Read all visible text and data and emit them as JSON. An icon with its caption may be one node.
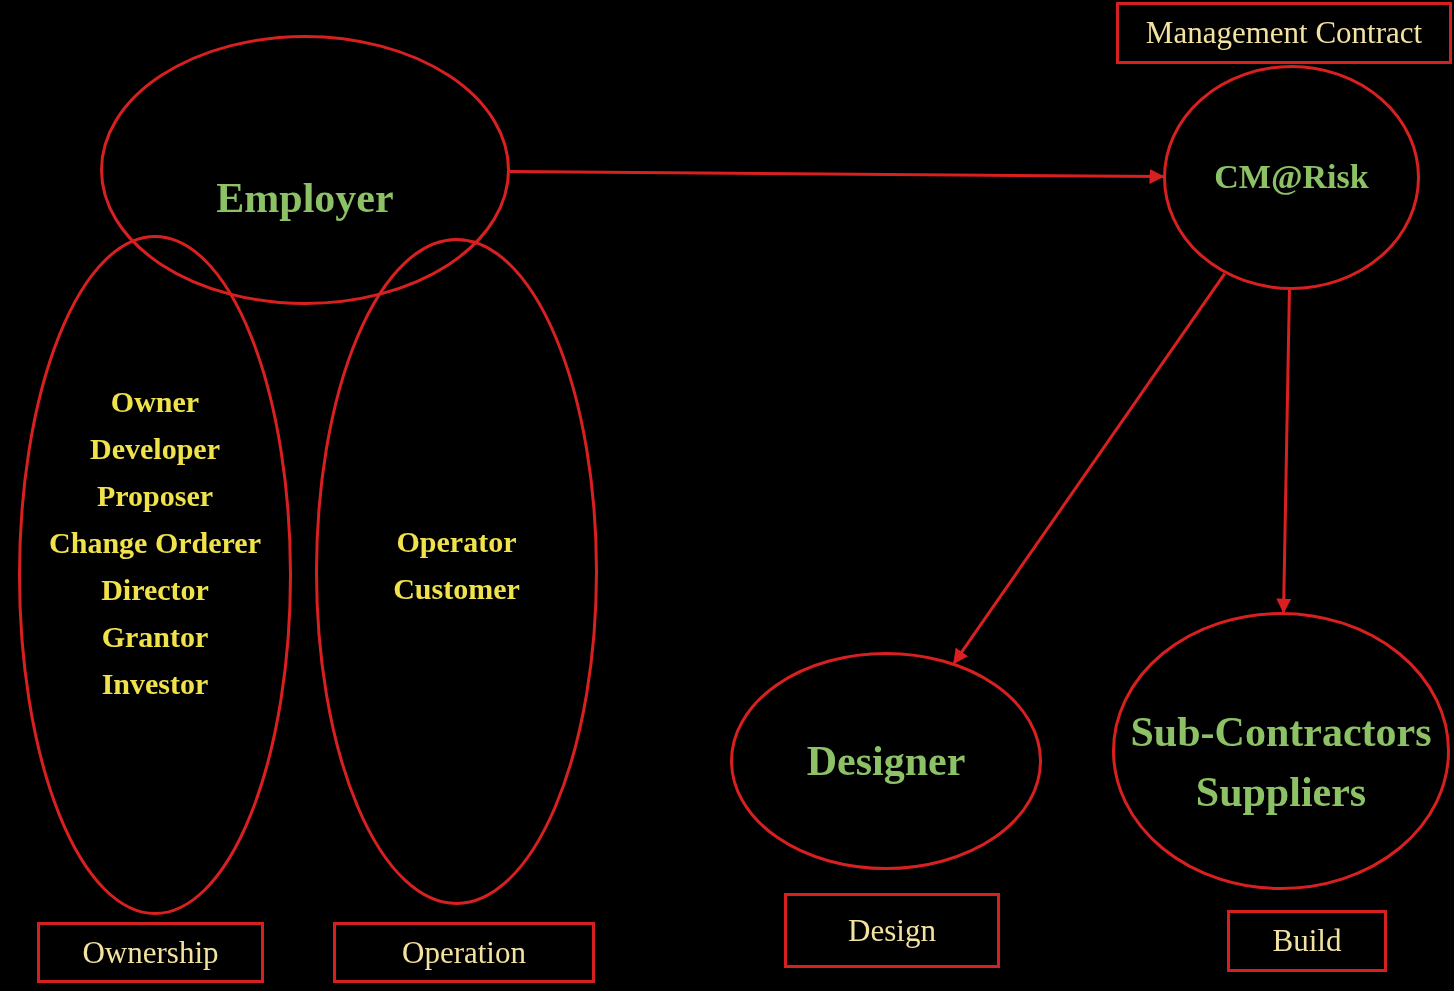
{
  "diagram": {
    "nodes": [
      {
        "text": [
          "Employer"
        ]
      },
      {
        "text": [
          "Owner",
          "Developer",
          "Proposer",
          "Change Orderer",
          "Director",
          "Grantor",
          "Investor"
        ]
      },
      {
        "text": [
          "Operator",
          "Customer"
        ]
      },
      {
        "text": [
          "Ownership"
        ]
      },
      {
        "text": [
          "Operation"
        ]
      },
      {
        "text": [
          "Management Contract"
        ]
      },
      {
        "text": [
          "CM@Risk"
        ]
      },
      {
        "text": [
          "Designer"
        ]
      },
      {
        "text": [
          "Sub-Contractors",
          "Suppliers"
        ]
      },
      {
        "text": [
          "Design"
        ]
      },
      {
        "text": [
          "Build"
        ]
      }
    ],
    "edges": [
      {
        "from": 0,
        "to": 6,
        "arrow": "to"
      },
      {
        "from": 6,
        "to": 7,
        "arrow": "to"
      },
      {
        "from": 6,
        "to": 8,
        "arrow": "to"
      }
    ]
  }
}
